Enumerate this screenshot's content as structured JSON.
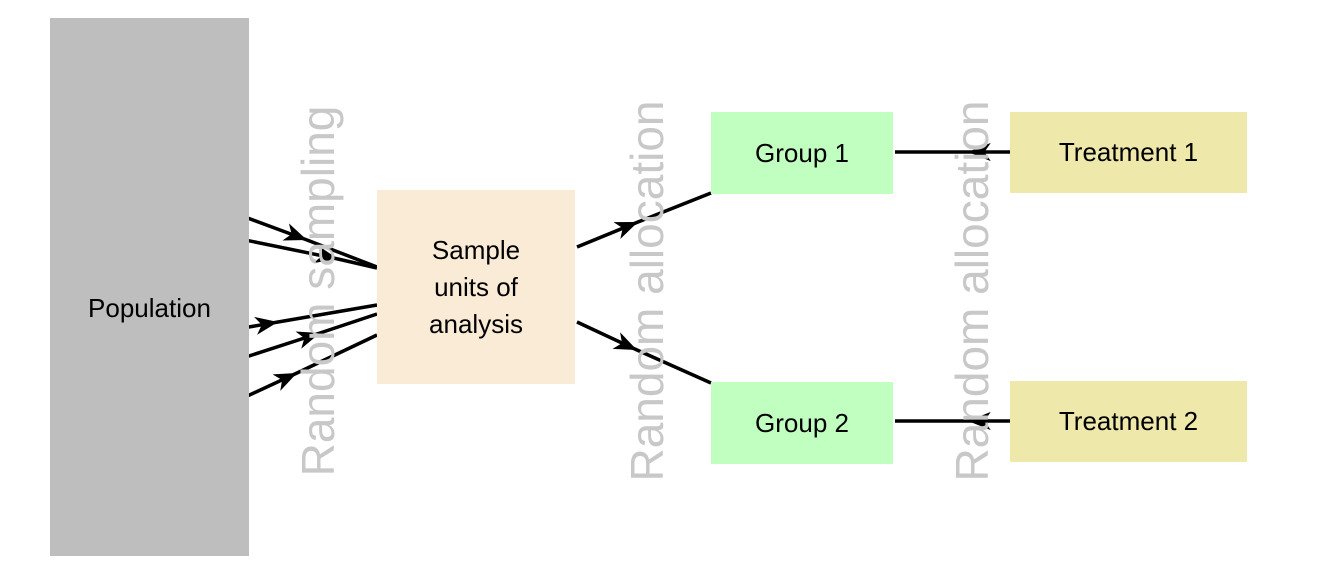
{
  "diagram": {
    "population": {
      "label": "Population"
    },
    "sample": {
      "line1": "Sample",
      "line2": "units of",
      "line3": "analysis"
    },
    "groups": [
      {
        "label": "Group 1"
      },
      {
        "label": "Group 2"
      }
    ],
    "treatments": [
      {
        "label": "Treatment 1"
      },
      {
        "label": "Treatment 2"
      }
    ],
    "stage_labels": {
      "sampling": "Random sampling",
      "allocation_top": "Random allocation",
      "allocation_right": "Random allocation"
    }
  },
  "colors": {
    "population-fill": "#BEBEBE",
    "sample-fill": "#FAEBD7",
    "group-fill": "#C1FFC1",
    "treatment-fill": "#EEE8AA",
    "stage-label-color": "#C8C8C8",
    "arrow-color": "#000000"
  }
}
